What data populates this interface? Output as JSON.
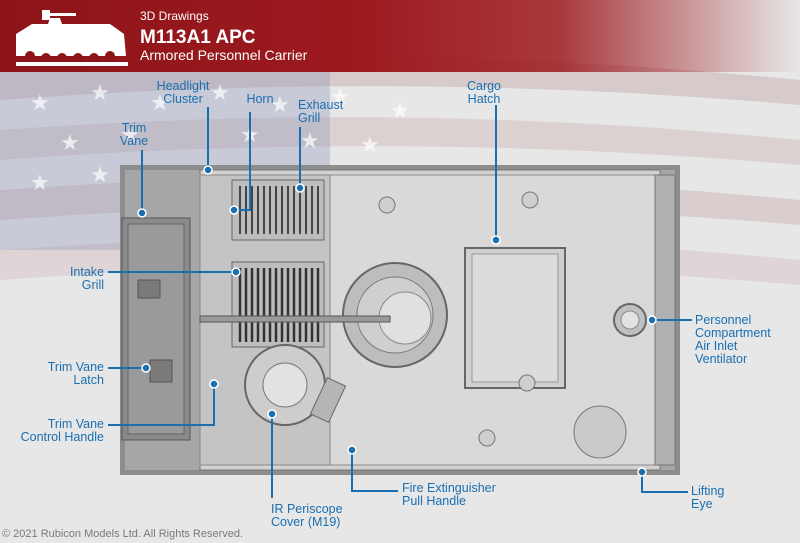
{
  "header": {
    "category": "3D Drawings",
    "title": "M113A1 APC",
    "subtitle": "Armored Personnel Carrier"
  },
  "labels": {
    "headlight_cluster": "Headlight\nCluster",
    "horn": "Horn",
    "exhaust_grill": "Exhaust\nGrill",
    "trim_vane": "Trim\nVane",
    "cargo_hatch": "Cargo\nHatch",
    "intake_grill": "Intake\nGrill",
    "personnel_vent": "Personnel\nCompartment\nAir Inlet\nVentilator",
    "trim_vane_latch": "Trim Vane\nLatch",
    "trim_vane_handle": "Trim Vane\nControl Handle",
    "fire_extinguisher": "Fire Extinguisher\nPull Handle",
    "ir_periscope": "IR Periscope\nCover (M19)",
    "lifting_eye": "Lifting\nEye"
  },
  "footer": {
    "copyright": "© 2021 Rubicon Models Ltd. All Rights Reserved."
  },
  "colors": {
    "header_red": "#9d1a1f",
    "callout_blue": "#1a6fb0"
  }
}
